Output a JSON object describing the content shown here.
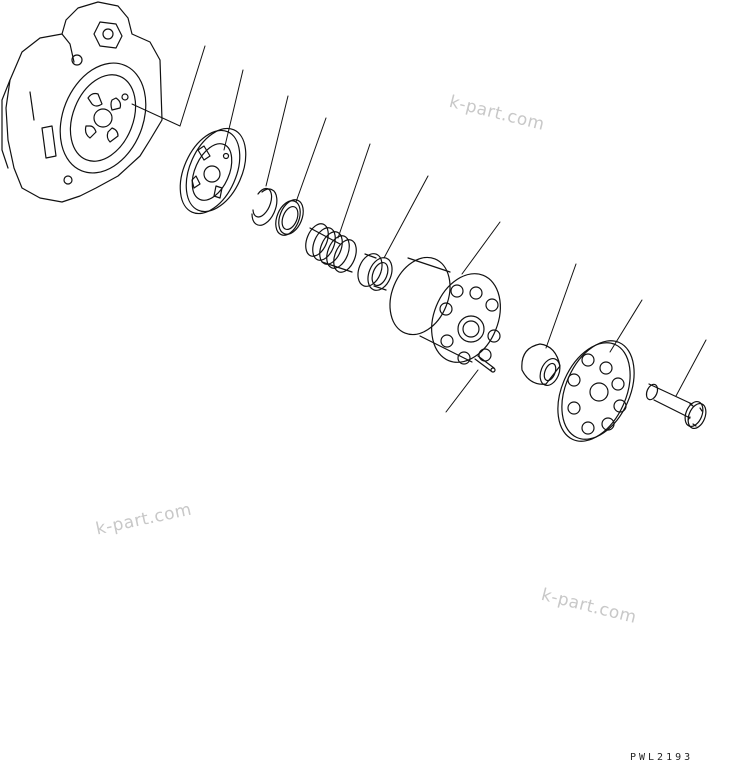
{
  "watermarks": [
    "k-part.com",
    "k-part.com",
    "k-part.com"
  ],
  "drawing_code": "PWL2193",
  "colors": {
    "line": "#111111",
    "watermark": "#c8c8c8",
    "background": "#ffffff"
  }
}
